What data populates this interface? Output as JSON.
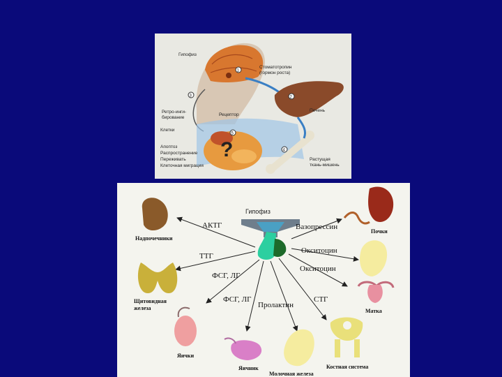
{
  "top_diagram": {
    "labels": {
      "pituitary": "Гипофиз",
      "hormone": "Стоматотропин",
      "hormone_sub": "(гормон роста)",
      "liver": "Печень",
      "retro": "Ретро-инги-",
      "retro2": "бирование",
      "receptor": "Рецептор",
      "cells": "Клетки",
      "apoptosis": "Апоптоз",
      "spread": "Распространение",
      "survival": "Переживать",
      "migration": "Клеточная миграция",
      "growing": "Растущая",
      "growing2": "ткань-мишень",
      "question": "?"
    },
    "markers": [
      "1",
      "2",
      "3",
      "4",
      "5"
    ]
  },
  "bottom_diagram": {
    "center": "Гипофиз",
    "arrows": {
      "actg": "АКТГ",
      "ttg": "ТТГ",
      "fsg1": "ФСГ, ЛГ",
      "fsg2": "ФСГ, ЛГ",
      "prolactin": "Пролактин",
      "stg": "СТГ",
      "vasopressin": "Вазопрессин",
      "oxytocin1": "Окситоцин",
      "oxytocin2": "Окситоцин"
    },
    "organs": {
      "adrenal": "Надпочечники",
      "thyroid": "Щитовидная",
      "thyroid2": "железа",
      "testes": "Яички",
      "ovaries": "Яичник",
      "mammary": "Молочная железа",
      "skeleton": "Костная система",
      "kidney": "Почки",
      "uterus": "Матка"
    }
  }
}
